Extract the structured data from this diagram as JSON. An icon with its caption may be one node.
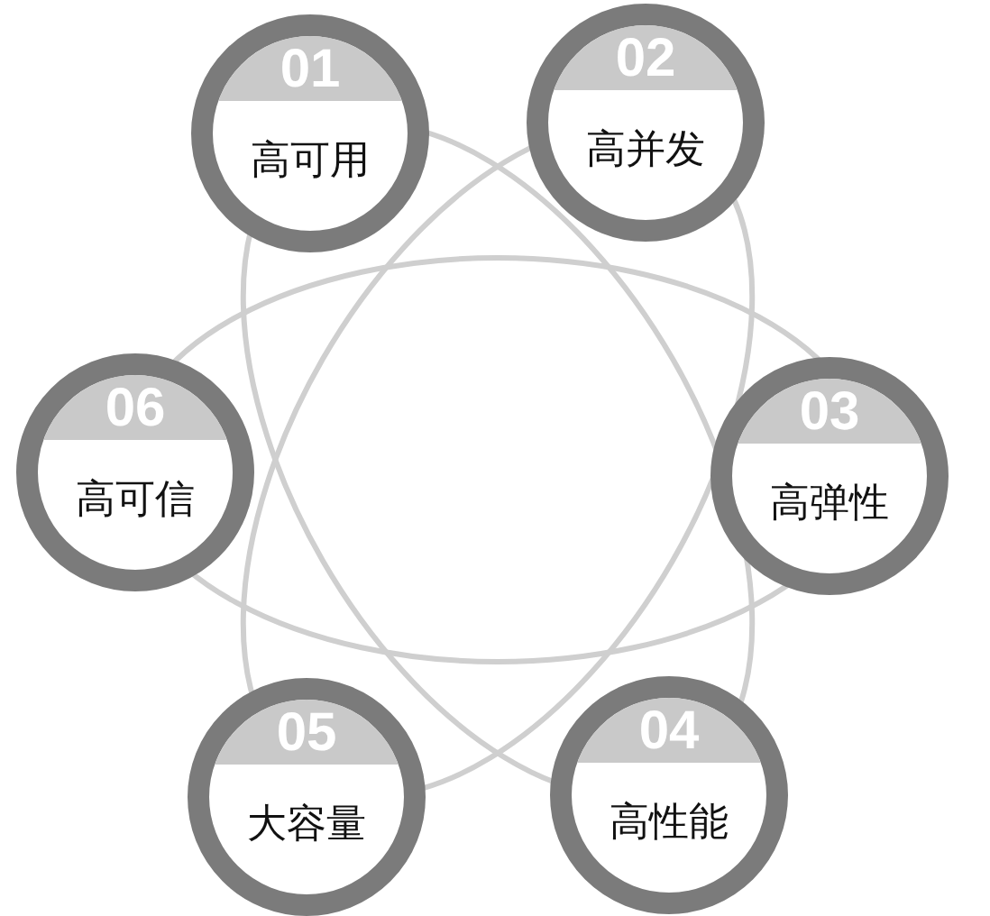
{
  "diagram": {
    "nodes": [
      {
        "text": [
          "01",
          "高可用"
        ]
      },
      {
        "text": [
          "02",
          "高并发"
        ]
      },
      {
        "text": [
          "03",
          "高弹性"
        ]
      },
      {
        "text": [
          "04",
          "高性能"
        ]
      },
      {
        "text": [
          "05",
          "大容量"
        ]
      },
      {
        "text": [
          "06",
          "高可信"
        ]
      }
    ]
  }
}
